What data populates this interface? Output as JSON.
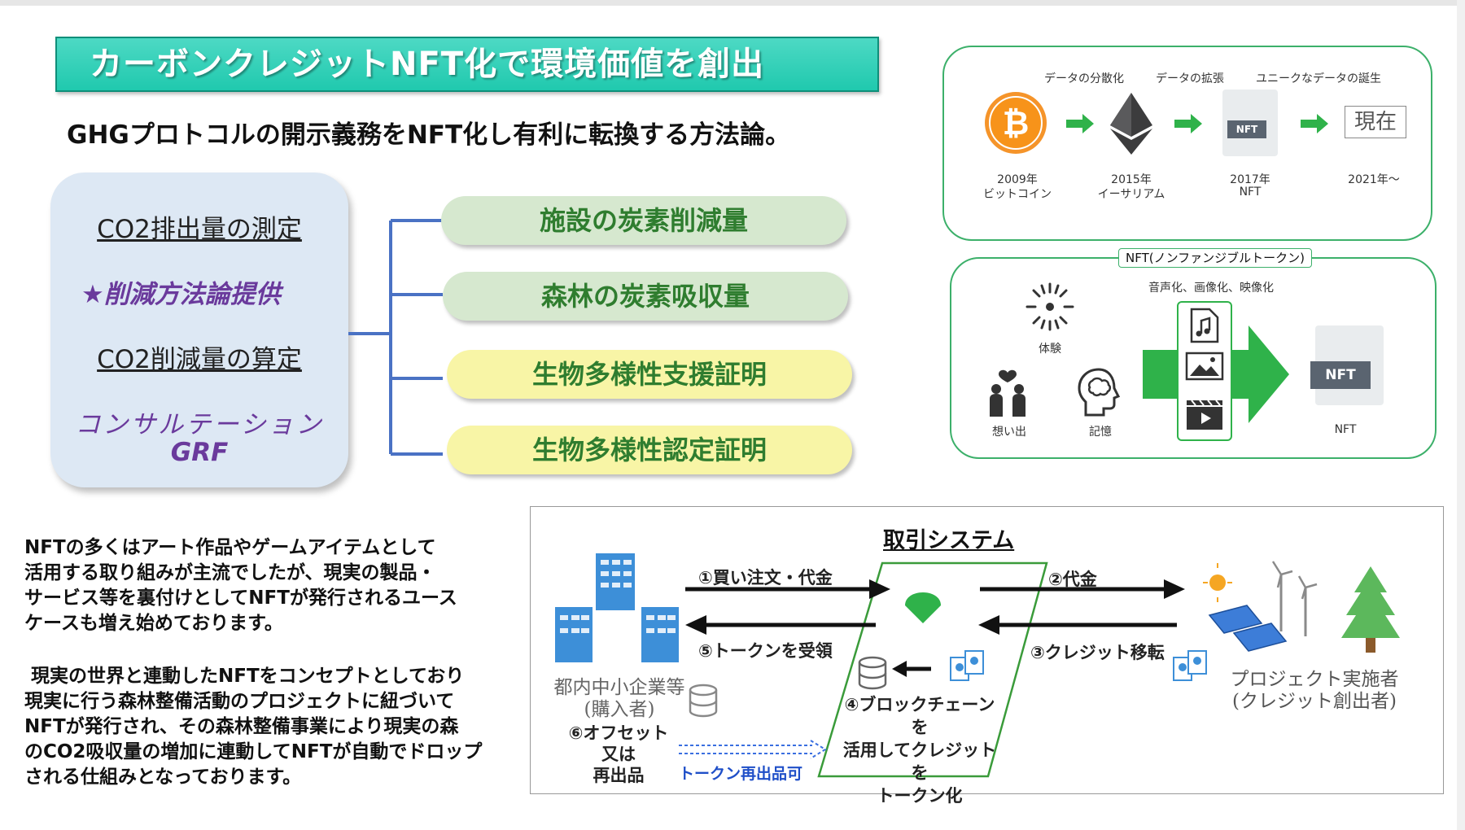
{
  "title": "カーボンクレジットNFT化で環境価値を創出",
  "subtitle": "GHGプロトコルの開示義務をNFT化し有利に転換する方法論。",
  "panel": {
    "item1": "CO2排出量の測定",
    "item2": "★削減方法論提供",
    "item3": "CO2削減量の算定",
    "item4": "コンサルテーション",
    "item5": "GRF"
  },
  "pills": [
    {
      "label": "施設の炭素削減量"
    },
    {
      "label": "森林の炭素吸収量"
    },
    {
      "label": "生物多様性支援証明"
    },
    {
      "label": "生物多様性認定証明"
    }
  ],
  "paragraph1": [
    "NFTの多くはアート作品やゲームアイテムとして",
    "活用する取り組みが主流でしたが、現実の製品・",
    "サービス等を裏付けとしてNFTが発行されるユース",
    "ケースも増え始めております。"
  ],
  "paragraph2": [
    " 現実の世界と連動したNFTをコンセプトとしており",
    "現実に行う森林整備活動のプロジェクトに紐づいて",
    "NFTが発行され、その森林整備事業により現実の森",
    "のCO2吸収量の増加に連動してNFTが自動でドロップ",
    "される仕組みとなっております。"
  ],
  "timeline": {
    "steps": [
      "データの分散化",
      "データの拡張",
      "ユニークなデータの誕生"
    ],
    "items": [
      {
        "year": "2009年",
        "name": "ビットコイン"
      },
      {
        "year": "2015年",
        "name": "イーサリアム"
      },
      {
        "year": "2017年",
        "name": "NFT"
      },
      {
        "year": "2021年〜",
        "name": ""
      }
    ],
    "current": "現在",
    "nft_badge": "NFT"
  },
  "nft_box": {
    "title": "NFT(ノンファンジブルトークン)",
    "media_caption": "音声化、画像化、映像化",
    "experience": "体験",
    "memories": "想い出",
    "memory": "記憶",
    "nft_badge": "NFT",
    "nft_caption": "NFT"
  },
  "transaction": {
    "title": "取引システム",
    "step1": "①買い注文・代金",
    "step2": "②代金",
    "step3": "③クレジット移転",
    "step4": [
      "④ブロックチェーンを",
      "活用してクレジットを",
      "トークン化"
    ],
    "step5": "⑤トークンを受領",
    "buyer": [
      "都内中小企業等",
      "(購入者)"
    ],
    "step6": [
      "⑥オフセット",
      "又は",
      "再出品"
    ],
    "resale": "トークン再出品可",
    "project": [
      "プロジェクト実施者",
      "(クレジット創出者)"
    ]
  },
  "colors": {
    "banner": "#20c9ae",
    "pill_green": "#d6e8cf",
    "pill_yellow": "#f8f5a6",
    "pill_text": "#2f7d2f",
    "purple": "#6a3a9c",
    "box_border": "#3cb06a",
    "arrow_green": "#2fb24a",
    "bracket": "#4a72c4"
  }
}
